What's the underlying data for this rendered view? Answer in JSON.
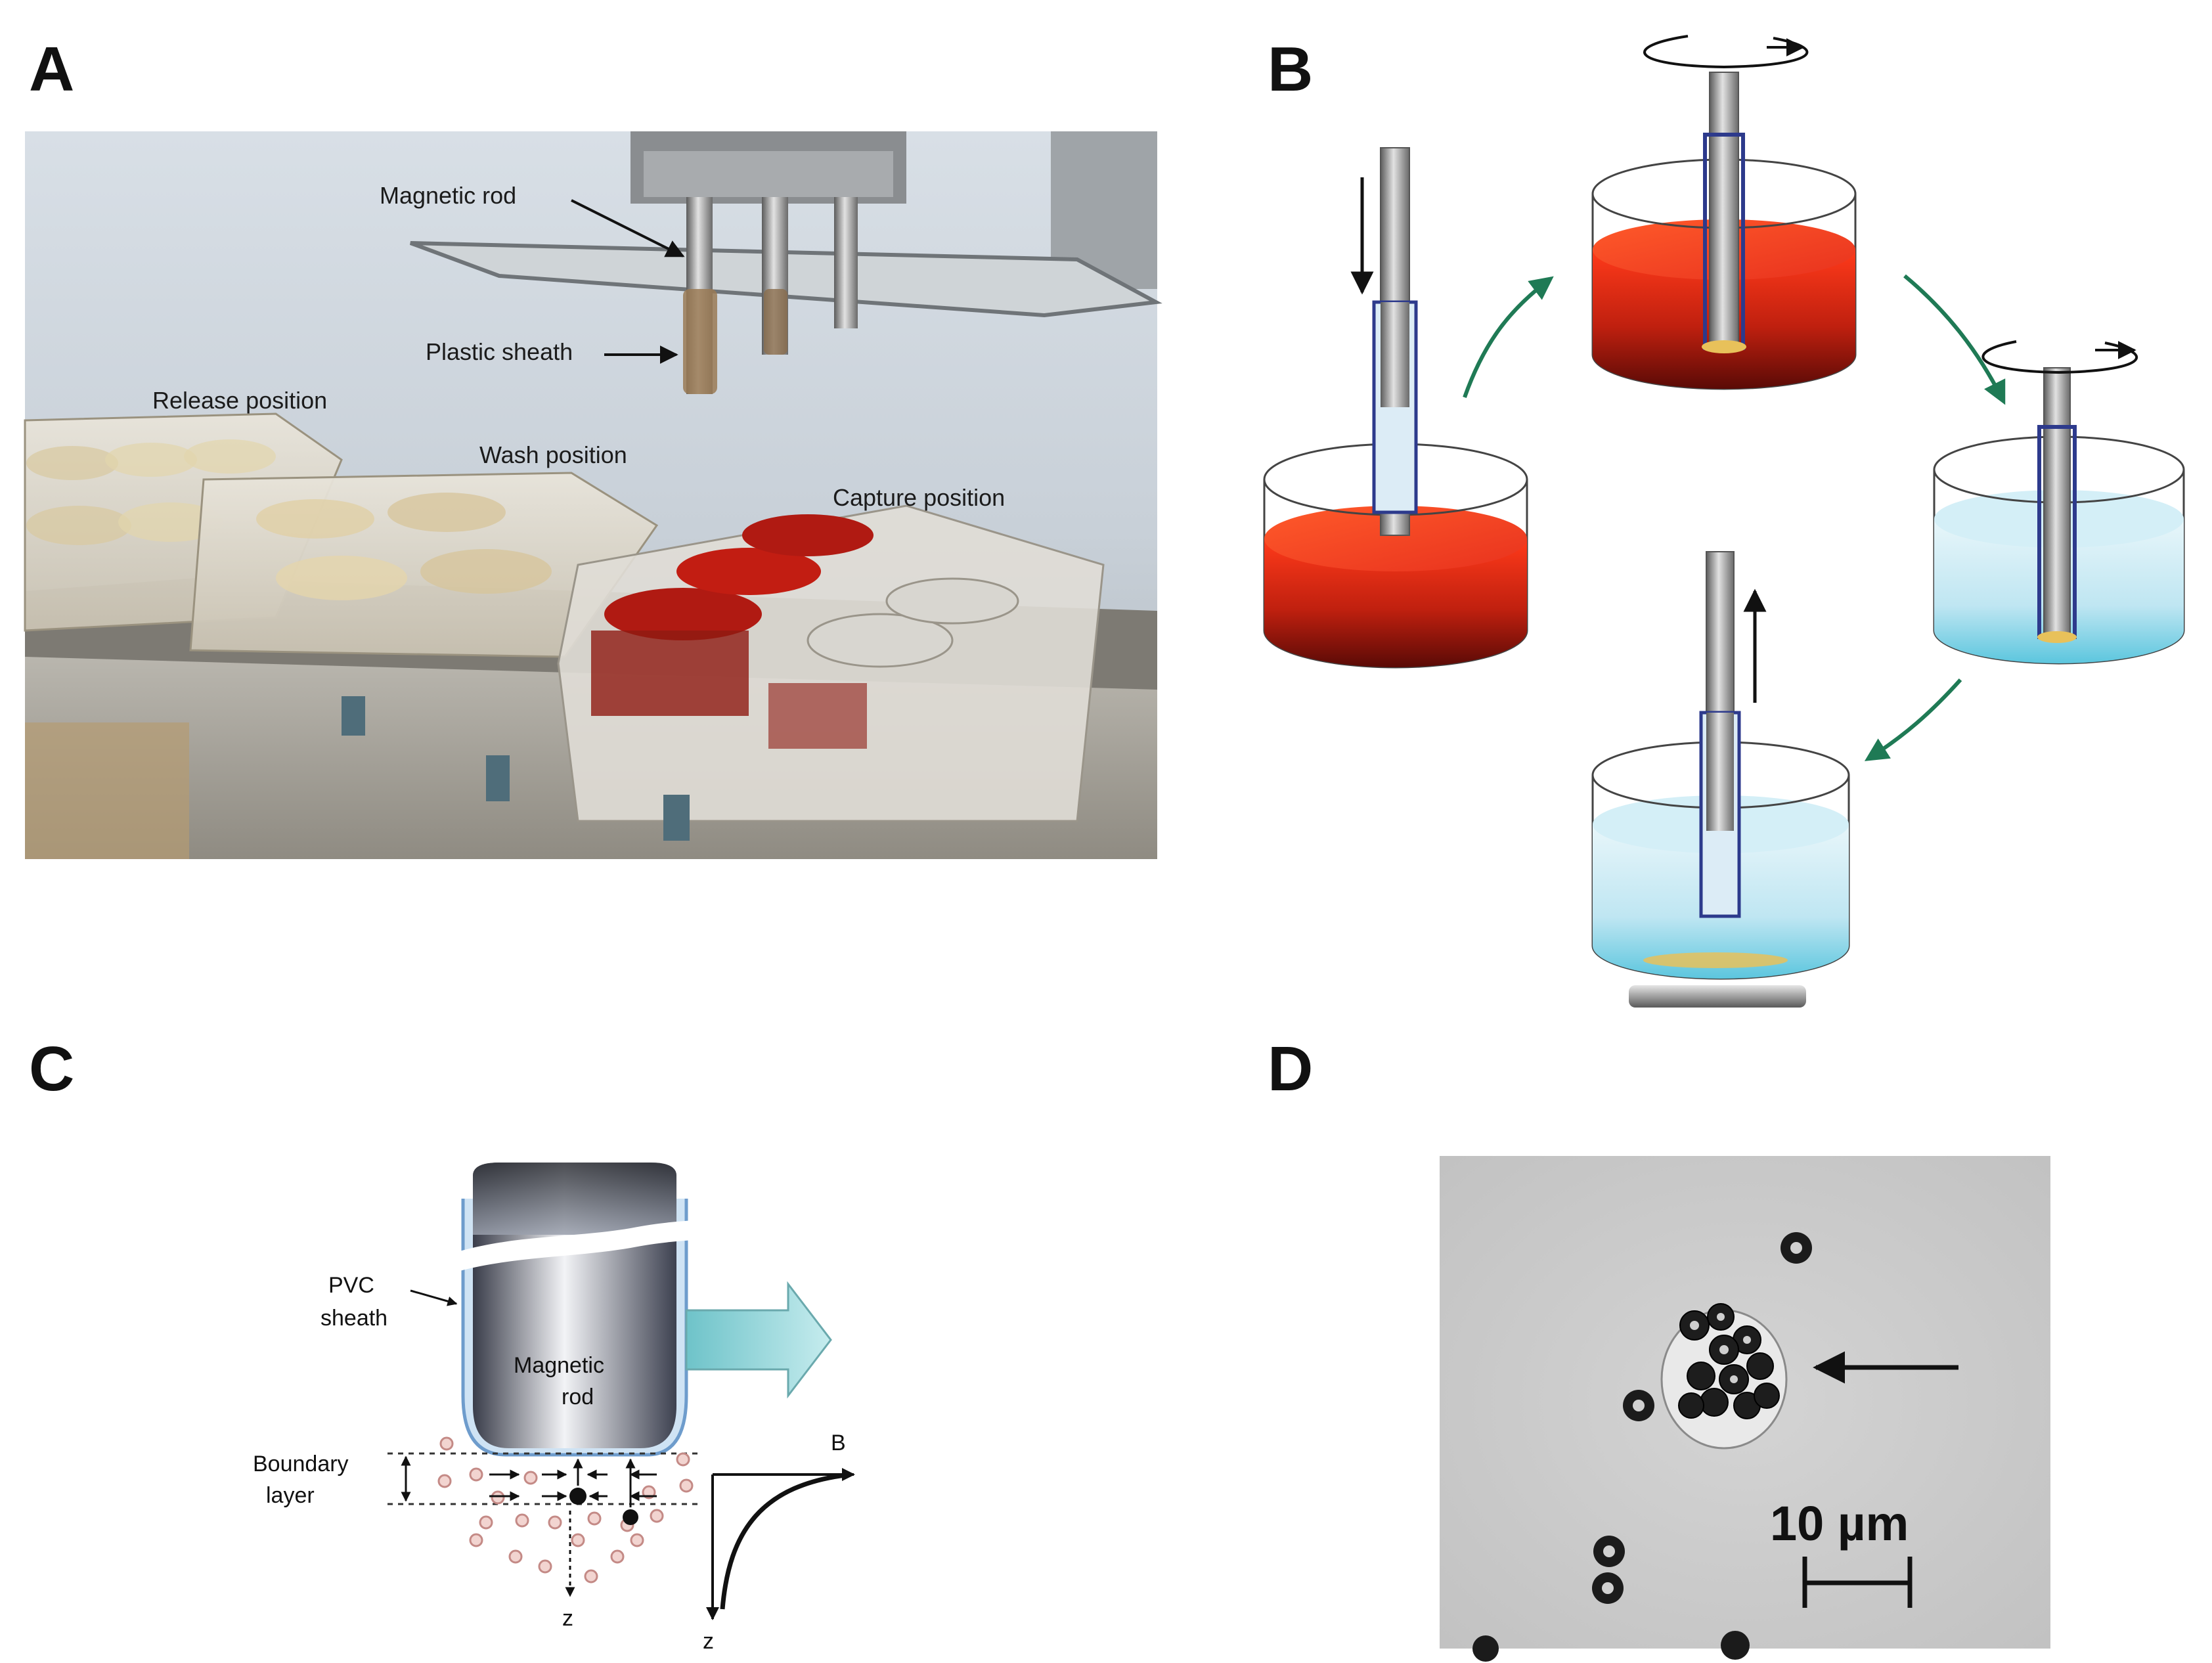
{
  "panels": {
    "a": {
      "letter": "A"
    },
    "b": {
      "letter": "B"
    },
    "c": {
      "letter": "C"
    },
    "d": {
      "letter": "D"
    }
  },
  "photo_a": {
    "labels": {
      "magnetic_rod": "Magnetic rod",
      "plastic_sheath": "Plastic sheath",
      "release_position": "Release position",
      "wash_position": "Wash position",
      "capture_position": "Capture position"
    }
  },
  "diagram_c": {
    "pvc_sheath_line1": "PVC",
    "pvc_sheath_line2": "sheath",
    "rod_label_line1": "Magnetic",
    "rod_label_line2": "rod",
    "boundary_line1": "Boundary",
    "boundary_line2": "layer",
    "z_axis": "z",
    "field_axis": "B",
    "field_z_axis": "z"
  },
  "micrograph_d": {
    "scale_bar_label": "10 µm"
  },
  "colors": {
    "blood_red": "#e8321e",
    "wash_blue": "#bfe6f2",
    "rod_steel": "#9a9a9a",
    "sheath_blue": "#2d3a8c",
    "cycle_arrow_green": "#1f7a55",
    "flow_arrow_cyan": "#8fd3d6"
  }
}
